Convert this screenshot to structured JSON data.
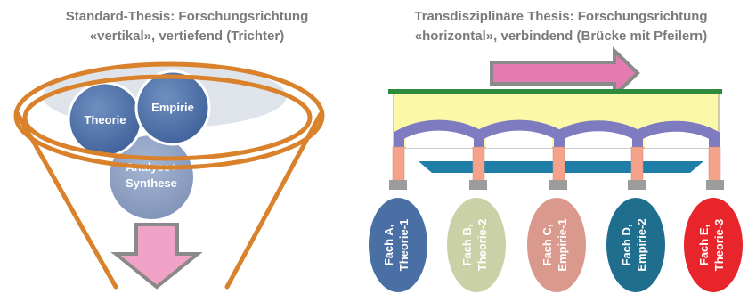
{
  "left": {
    "title_line1": "Standard-Thesis: Forschungsrichtung",
    "title_line2": "«vertikal», vertiefend (Trichter)",
    "circles": {
      "theorie": "Theorie",
      "empirie": "Empirie",
      "analyse_line1": "Analyse+",
      "analyse_line2": "Synthese"
    }
  },
  "right": {
    "title_line1": "Transdisziplinäre Thesis: Forschungsrichtung",
    "title_line2": "«horizontal», verbindend (Brücke mit Pfeilern)",
    "pillars": [
      {
        "line1": "Fach A,",
        "line2": "Theorie-1",
        "color": "#4a6fa5"
      },
      {
        "line1": "Fach B,",
        "line2": "Theorie-2",
        "color": "#cbd1a6"
      },
      {
        "line1": "Fach C,",
        "line2": "Empirie-1",
        "color": "#d9998c"
      },
      {
        "line1": "Fach D,",
        "line2": "Empirie-2",
        "color": "#1f6e8e"
      },
      {
        "line1": "Fach E,",
        "line2": "Theorie-3",
        "color": "#e8252b"
      }
    ]
  },
  "colors": {
    "funnel": "#d9822b",
    "arrow_pink": "#e37bb0",
    "bridge_green": "#2e8b3e",
    "bridge_yellow": "#fbf8a8",
    "arches": "#7e7bc1",
    "pier_salmon": "#f4a38a",
    "water": "#1f7ea8"
  }
}
